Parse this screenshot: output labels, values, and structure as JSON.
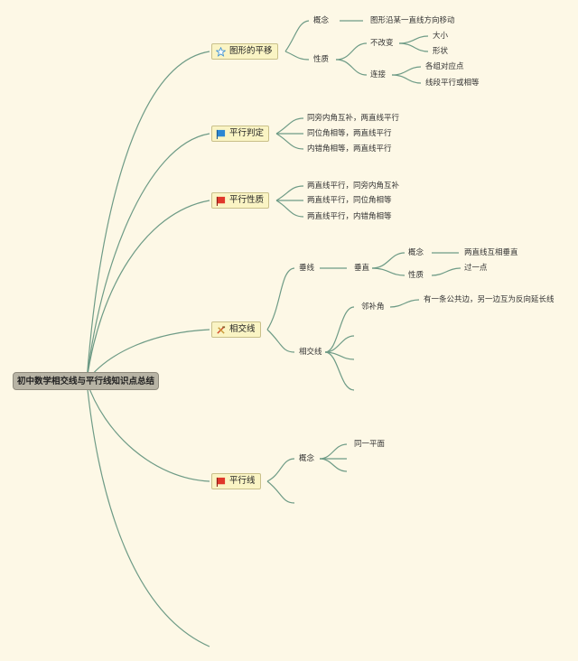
{
  "root": "初中数学相交线与平行线知识点总结",
  "topics": {
    "translation": "图形的平移",
    "criteria": "平行判定",
    "properties": "平行性质",
    "intersecting": "相交线",
    "parallel": "平行线"
  },
  "translation": {
    "concept": "概念",
    "concept_text": "图形沿某一直线方向移动",
    "nature": "性质",
    "unchanged": "不改变",
    "size": "大小",
    "shape": "形状",
    "connect": "连接",
    "corresponding": "各组对应点",
    "segments": "线段平行或相等"
  },
  "criteria": [
    "同旁内角互补，两直线平行",
    "同位角相等，两直线平行",
    "内错角相等，两直线平行"
  ],
  "properties": [
    "两直线平行，同旁内角互补",
    "两直线平行，同位角相等",
    "两直线平行，内错角相等"
  ],
  "intersecting": {
    "perp_line": "垂线",
    "perp": "垂直",
    "concept": "概念",
    "concept_text": "两直线互相垂直",
    "nature": "性质",
    "nature_text": "过一点",
    "intersect": "相交线",
    "adjacent": "邻补角",
    "adjacent_text": "有一条公共边，另一边互为反向延长线"
  },
  "parallel": {
    "concept": "概念",
    "same_plane": "同一平面"
  },
  "colors": {
    "line": "#6e9b86",
    "background": "#fdf8e6",
    "root_fill": "#b8b4a5",
    "topic_fill": "#faf4c4"
  },
  "icons": {
    "translation": "star-icon",
    "criteria": "blue-flag-icon",
    "properties": "red-flag-icon",
    "intersecting": "tools-icon",
    "parallel": "red-flag-icon"
  }
}
